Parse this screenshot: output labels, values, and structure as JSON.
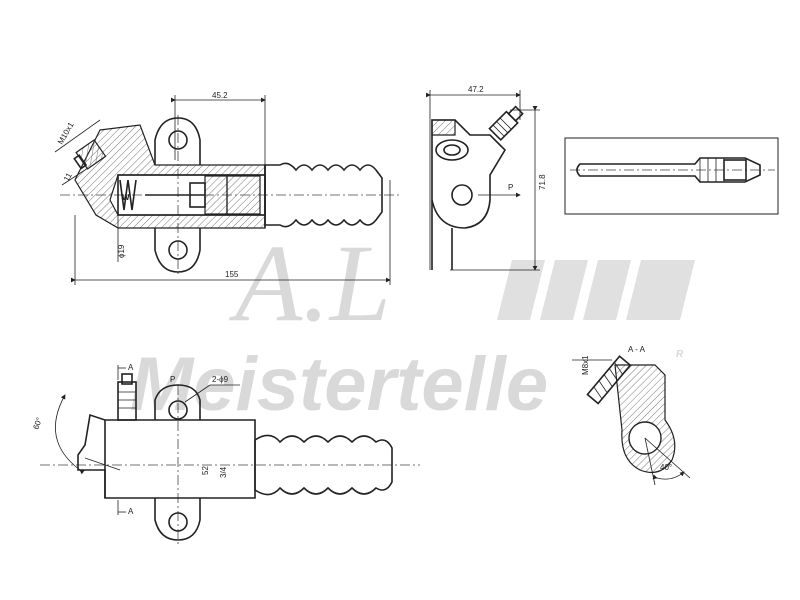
{
  "watermark": {
    "logo_text": "A.L",
    "brand_text": "Meistertelle",
    "registered_mark": "R"
  },
  "dimensions": {
    "side_view": {
      "thread": "M10x1",
      "width_top": "45.2",
      "total_length": "155",
      "bore_dia": "ϕ19",
      "small_dim": "11"
    },
    "end_view": {
      "width": "47.2",
      "height": "71.8",
      "port_label": "P"
    },
    "top_view": {
      "section_mark": "A",
      "section_mark_bottom": "A",
      "port_label": "P",
      "holes": "2-ϕ9",
      "angle": "60°",
      "dia_fraction": "52",
      "fraction": "3/4"
    },
    "section_view": {
      "title": "A - A",
      "thread": "M8x1",
      "angle": "40°"
    }
  }
}
